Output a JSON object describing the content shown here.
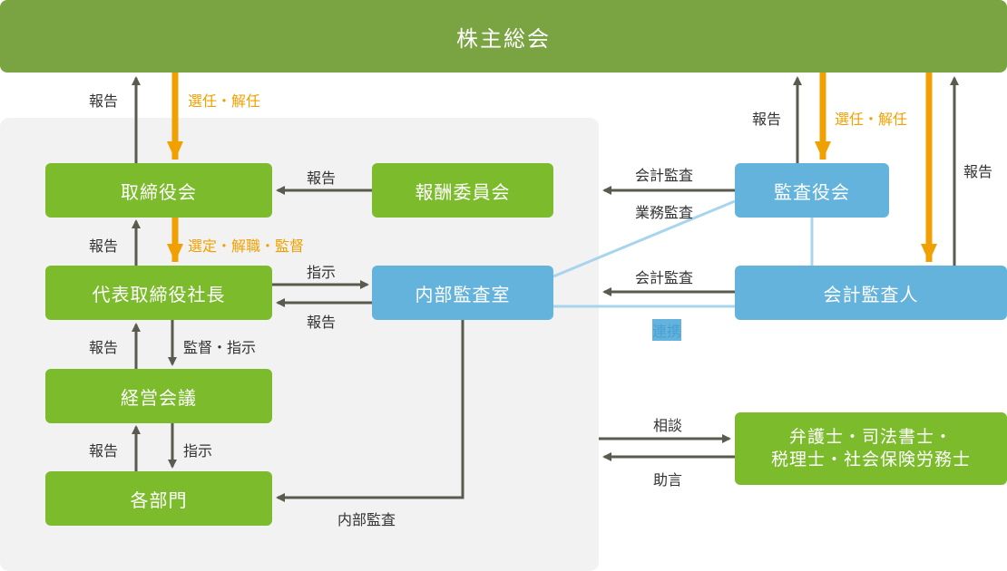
{
  "top": {
    "title": "株主総会"
  },
  "boxes": {
    "board": "取締役会",
    "remuneration": "報酬委員会",
    "president": "代表取締役社長",
    "internal_audit": "内部監査室",
    "management_meeting": "経営会議",
    "departments": "各部門",
    "audit_board": "監査役会",
    "accounting_auditor": "会計監査人",
    "professionals_line1": "弁護士・司法書士・",
    "professionals_line2": "税理士・社会保険労務士"
  },
  "labels": {
    "report": "報告",
    "elect_dismiss": "選任・解任",
    "select_dismiss_supervise": "選定・解職・監督",
    "instruct": "指示",
    "supervise_instruct": "監督・指示",
    "internal_audit": "内部監査",
    "accounting_audit": "会計監査",
    "business_audit": "業務監査",
    "cooperation": "連携",
    "consult": "相談",
    "advice": "助言"
  },
  "colors": {
    "top_bar": "#7aa342",
    "green_box": "#7cbb2c",
    "blue_box": "#64b3dc",
    "orange_arrow": "#f0a000",
    "gray_arrow": "#5a5a4e",
    "link_line": "#a8d4ee",
    "panel_bg": "#f2f2f2"
  }
}
